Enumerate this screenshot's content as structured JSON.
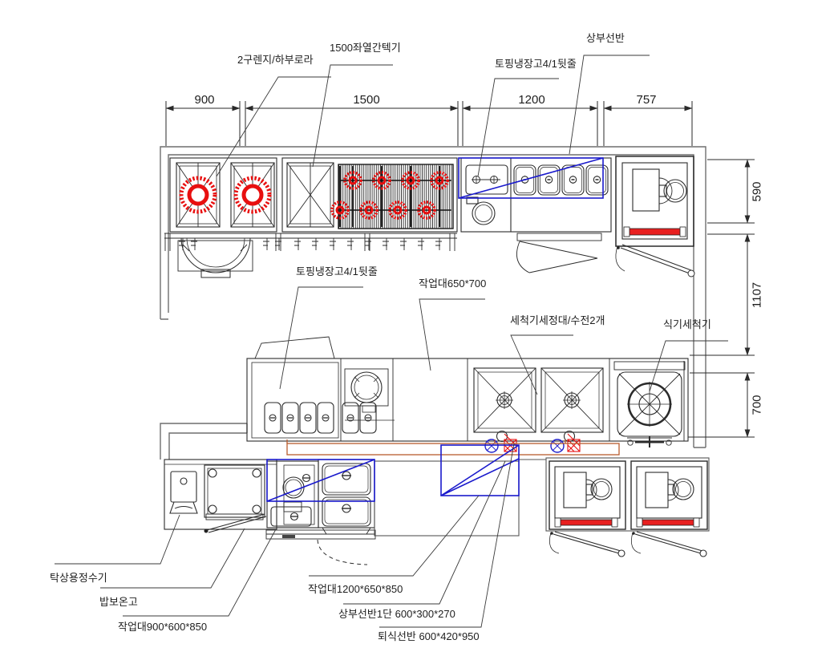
{
  "title": "kitchen-equipment-floor-plan",
  "labels": {
    "range_2burner": "2구렌지/하부로라",
    "griddle_1500": "1500좌열간텍기",
    "topping_fridge_top": "토핑냉장고4/1뒷줄",
    "upper_shelf": "상부선반",
    "topping_fridge_mid": "토핑냉장고4/1뒷줄",
    "worktable_650": "작업대650*700",
    "washer_stand": "세척기세정대/수전2개",
    "dishwasher": "식기세척기",
    "water_purifier": "탁상용정수기",
    "rice_warmer": "밥보온고",
    "worktable_900": "작업대900*600*850",
    "worktable_1200": "작업대1200*650*850",
    "upper_shelf_1tier": "상부선반1단 600*300*270",
    "return_shelf": "퇴식선반 600*420*950"
  },
  "dimensions": {
    "top": [
      "900",
      "1500",
      "1200",
      "757"
    ],
    "right": [
      "590",
      "1107",
      "700"
    ]
  },
  "colors": {
    "burner_red": "#e80f0f",
    "handle_red": "#e82020",
    "shelf_blue": "#1a1acc",
    "pipe_orange": "#b85c2e",
    "drain_red": "#e81111",
    "supply_blue": "#2222cc",
    "line_dark": "#2a2a2a",
    "wall_gray": "#6e6e6e"
  }
}
